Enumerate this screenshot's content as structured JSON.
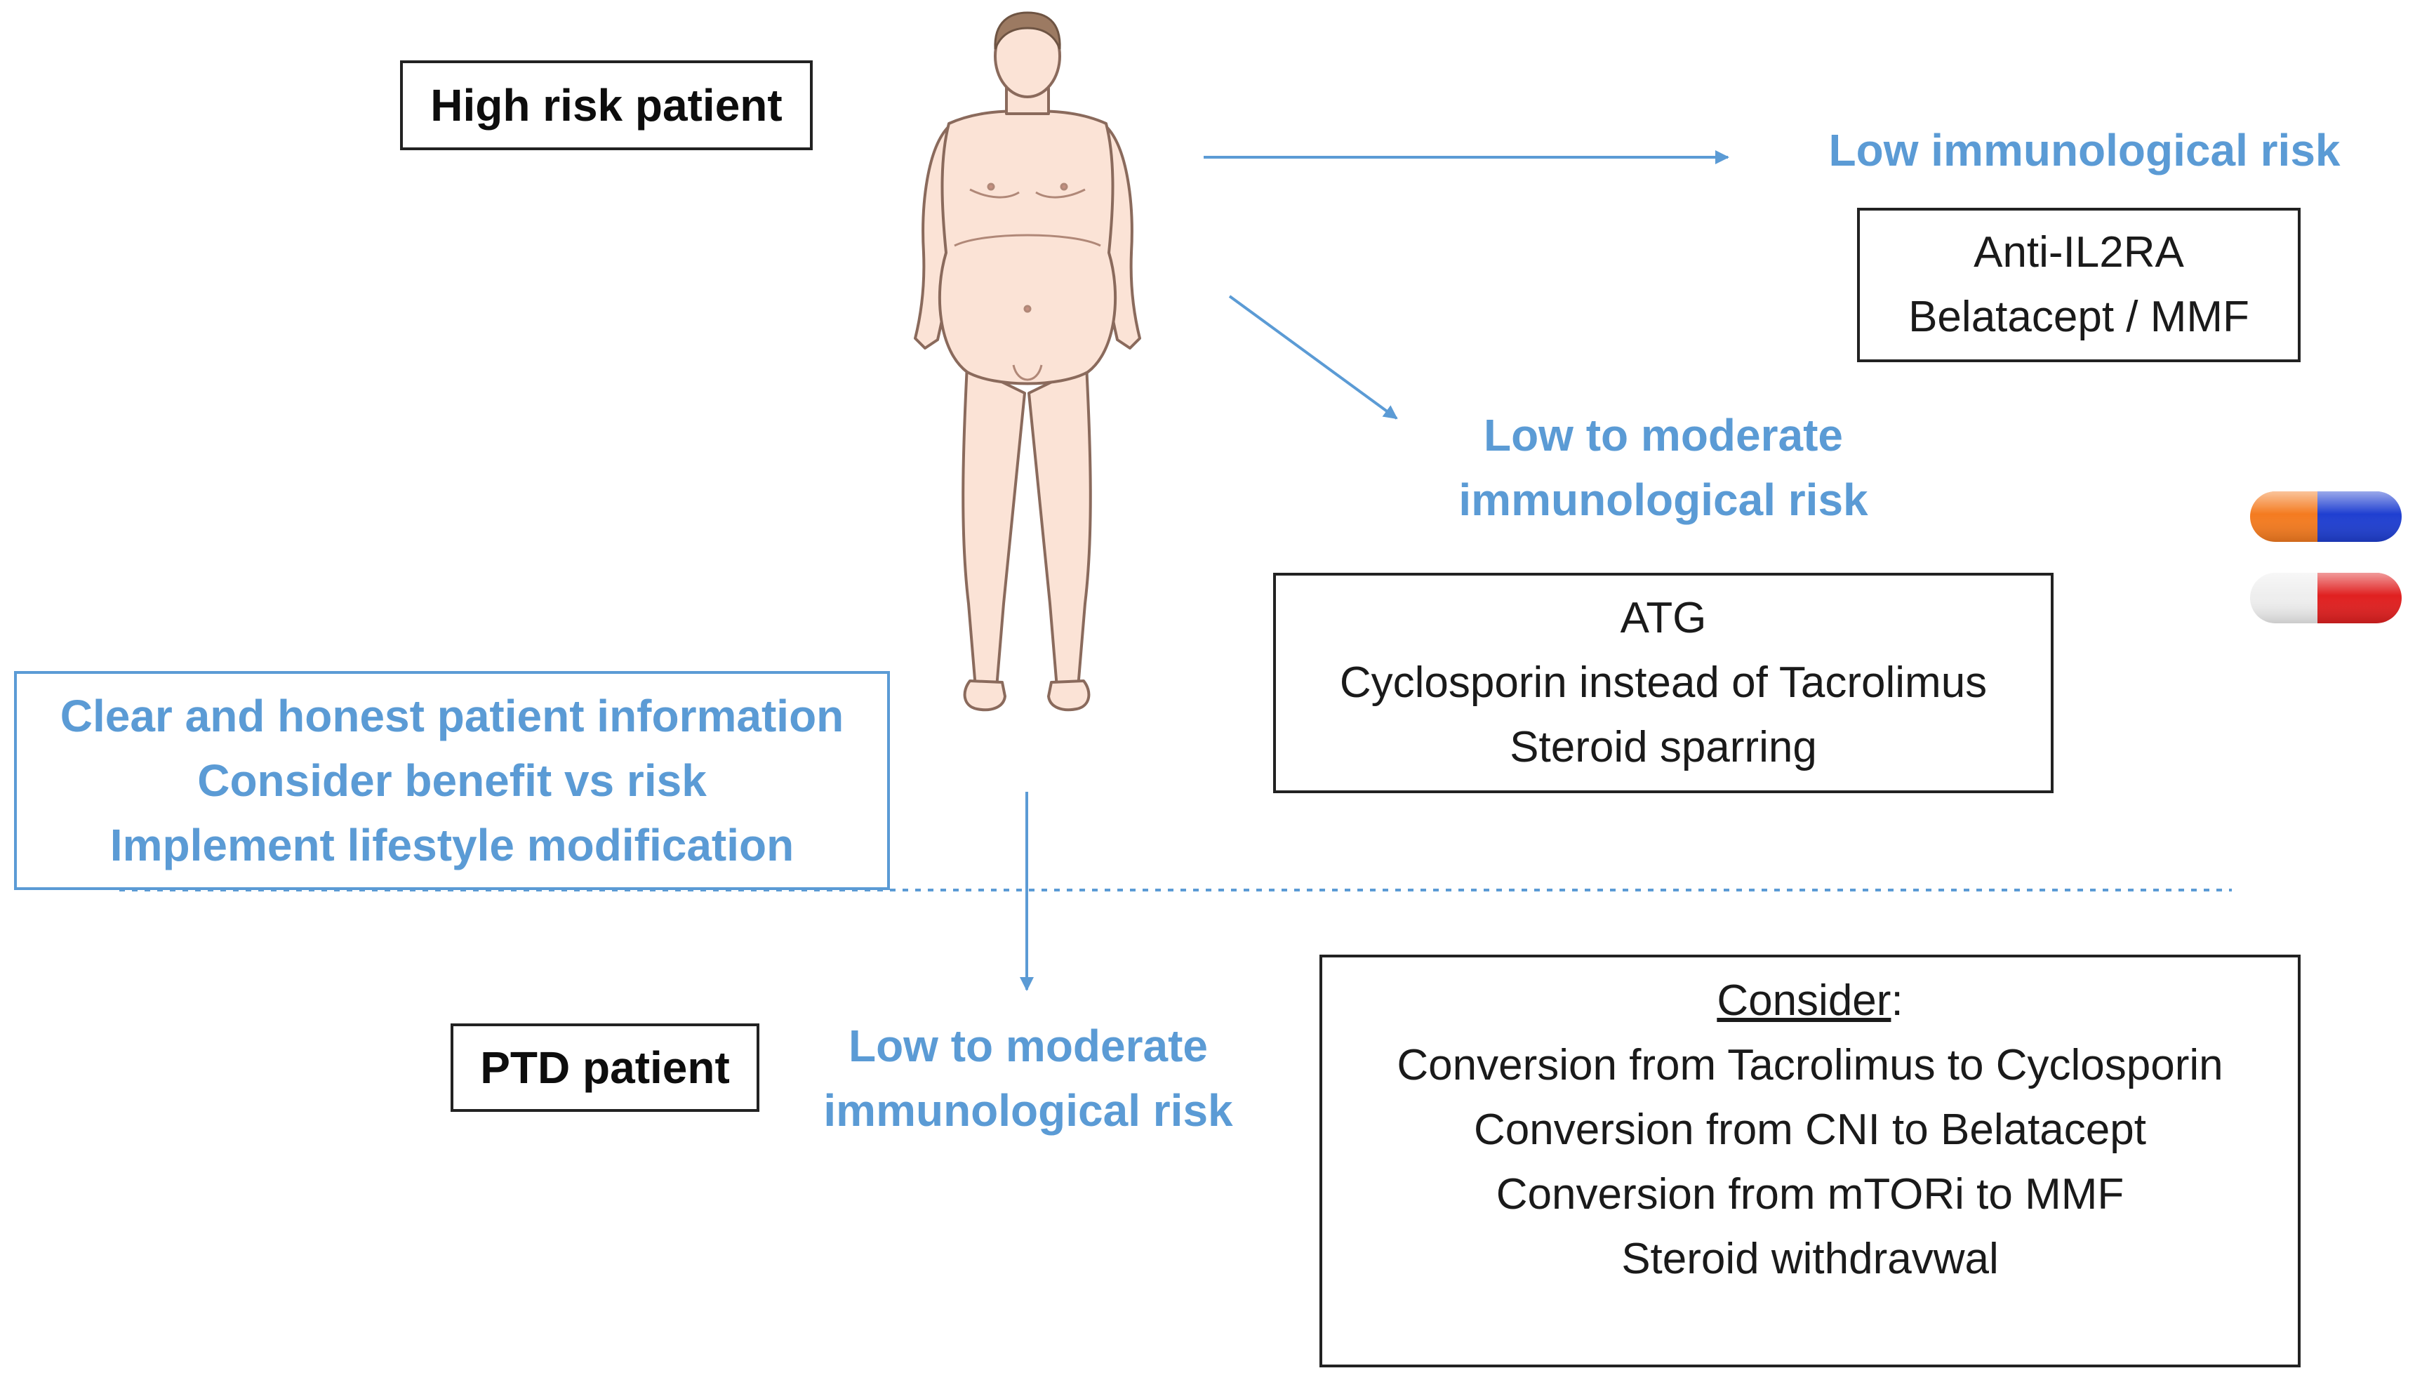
{
  "high_risk_box": {
    "label": "High risk patient"
  },
  "ptd_box": {
    "label": "PTD patient"
  },
  "low_risk_branch": {
    "title": "Low immunological risk",
    "drugs": [
      "Anti-IL2RA",
      "Belatacept / MMF"
    ]
  },
  "moderate_risk_branch": {
    "title_lines": [
      "Low to moderate",
      "immunological risk"
    ],
    "drugs": [
      "ATG",
      "Cyclosporin instead of Tacrolimus",
      "Steroid sparring"
    ]
  },
  "info_box": {
    "lines": [
      "Clear and honest patient information",
      "Consider benefit vs risk",
      "Implement lifestyle modification"
    ]
  },
  "ptd_branch": {
    "title_lines": [
      "Low to moderate",
      "immunological risk"
    ],
    "heading": "Consider",
    "heading_suffix": ":",
    "items": [
      "Conversion from Tacrolimus to Cyclosporin",
      "Conversion from CNI to Belatacept",
      "Conversion from mTORi to MMF",
      "Steroid withdravwal"
    ]
  },
  "colors": {
    "accent_blue": "#5b9bd5",
    "border_dark": "#222222",
    "skin": "#fbe3d6",
    "pill_orange": "#f47b20",
    "pill_blue": "#1f3fd1",
    "pill_red": "#e02020",
    "pill_white": "#eeeeee"
  },
  "icons": [
    "human-body-icon",
    "capsule-orange-blue-icon",
    "capsule-white-red-icon"
  ]
}
